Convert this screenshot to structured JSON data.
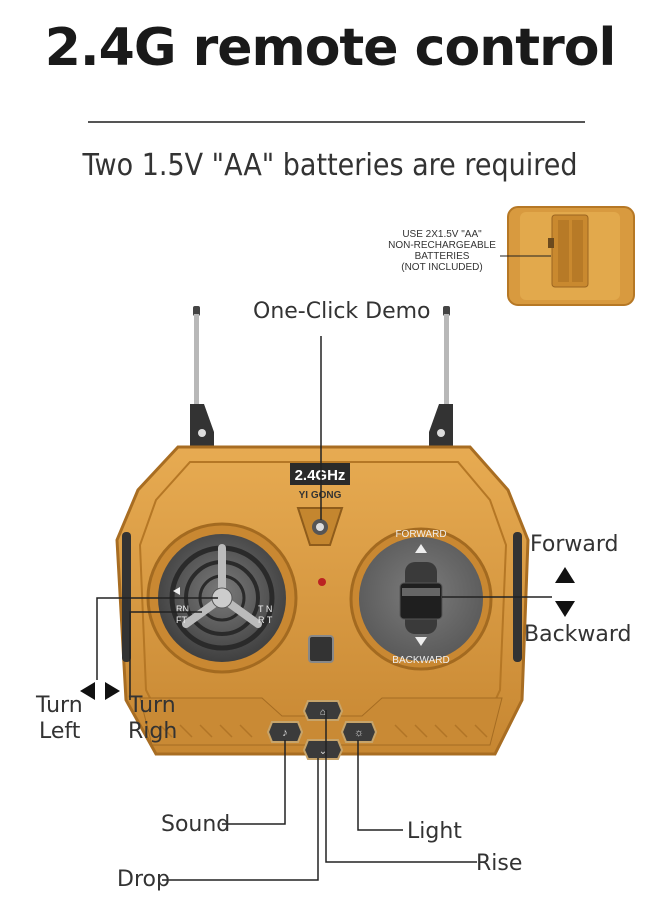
{
  "title": "2.4G remote control",
  "subtitle": "Two 1.5V \"AA\" batteries are required",
  "battery_note": "USE 2X1.5V \"AA\"\nNON-RECHARGEABLE\nBATTERIES\n(NOT INCLUDED)",
  "remote": {
    "badge_freq": "2.4GHz",
    "badge_brand": "YI GONG",
    "forward_text": "FORWARD",
    "backward_text": "BACKWARD",
    "dial_left": "RN\nFT",
    "dial_right": "T N\nR T"
  },
  "labels": {
    "one_click_demo": "One-Click Demo",
    "forward": "Forward",
    "backward": "Backward",
    "turn_left_1": "Turn",
    "turn_left_2": "Left",
    "turn_right_1": "Turn",
    "turn_right_2": "Righ",
    "sound": "Sound",
    "light": "Light",
    "drop": "Drop",
    "rise": "Rise"
  },
  "colors": {
    "body": "#d79a3e",
    "body_dark": "#b9792a",
    "panel": "#666666",
    "accent": "#222222"
  }
}
